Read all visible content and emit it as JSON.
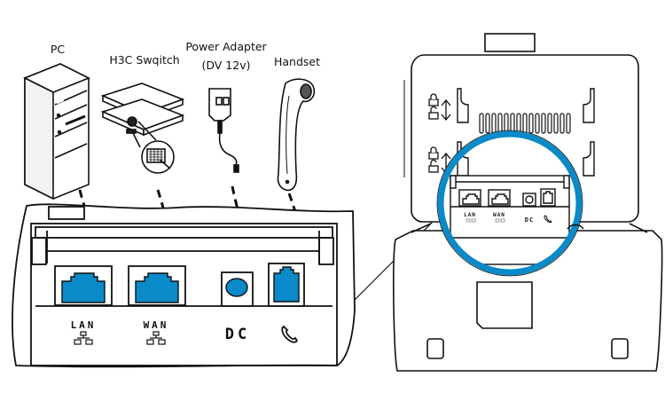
{
  "title": "IP phone rear-panel connection diagram",
  "colors": {
    "accent": "#0a8ac8",
    "line": "#111111",
    "background": "#ffffff"
  },
  "devices": [
    {
      "id": "pc",
      "label": "PC",
      "icon": "pc-tower-icon",
      "connects_to": "LAN"
    },
    {
      "id": "switch",
      "label": "H3C Swqitch",
      "icon": "network-switch-icon",
      "connects_to": "WAN"
    },
    {
      "id": "power",
      "label_line1": "Power Adapter",
      "label_line2": "(DV 12v)",
      "icon": "power-adapter-icon",
      "connects_to": "DC"
    },
    {
      "id": "handset",
      "label": "Handset",
      "icon": "handset-icon",
      "connects_to": "handset-port"
    }
  ],
  "ports": [
    {
      "id": "lan",
      "label": "LAN",
      "icon": "network-icon",
      "type": "RJ45"
    },
    {
      "id": "wan",
      "label": "WAN",
      "icon": "network-icon",
      "type": "RJ45"
    },
    {
      "id": "dc",
      "label": "DC",
      "icon": "",
      "type": "barrel"
    },
    {
      "id": "handset",
      "label": "",
      "icon": "phone-handset-icon",
      "type": "RJ9"
    }
  ],
  "detail_view": {
    "ports": [
      "LAN",
      "WAN",
      "DC"
    ],
    "lock_icons": [
      "lock-icon",
      "unlock-icon"
    ]
  }
}
